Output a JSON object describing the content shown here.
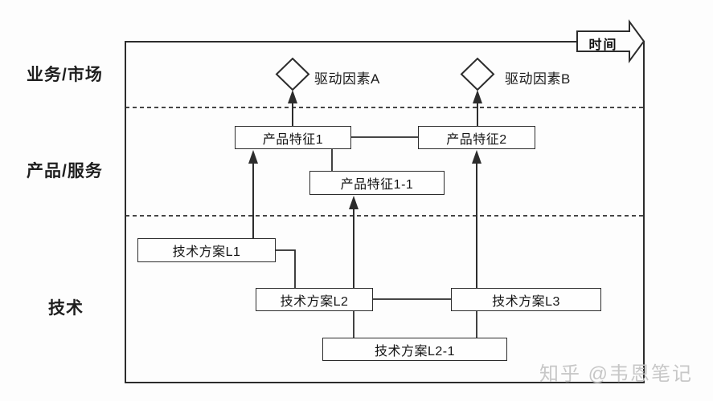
{
  "diagram": {
    "title_hint": "technology-roadmap-diagram",
    "timeline_label": "时间",
    "watermark": "知乎 @韦恩笔记",
    "lanes": [
      {
        "id": "business-market",
        "label": "业务/市场"
      },
      {
        "id": "product-service",
        "label": "产品/服务"
      },
      {
        "id": "technology",
        "label": "技术"
      }
    ],
    "drivers": [
      {
        "id": "driver-a",
        "label": "驱动因素A"
      },
      {
        "id": "driver-b",
        "label": "驱动因素B"
      }
    ],
    "product_features": [
      {
        "id": "feature-1",
        "label": "产品特征1"
      },
      {
        "id": "feature-2",
        "label": "产品特征2"
      },
      {
        "id": "feature-1-1",
        "label": "产品特征1-1"
      }
    ],
    "tech_solutions": [
      {
        "id": "tech-l1",
        "label": "技术方案L1"
      },
      {
        "id": "tech-l2",
        "label": "技术方案L2"
      },
      {
        "id": "tech-l3",
        "label": "技术方案L3"
      },
      {
        "id": "tech-l2-1",
        "label": "技术方案L2-1"
      }
    ],
    "connections": [
      {
        "from": "产品特征1",
        "to": "驱动因素A",
        "style": "arrow"
      },
      {
        "from": "产品特征2",
        "to": "驱动因素B",
        "style": "arrow"
      },
      {
        "from": "产品特征1",
        "to": "产品特征2",
        "style": "line"
      },
      {
        "from": "产品特征1-1",
        "to": "产品特征1",
        "style": "line"
      },
      {
        "from": "技术方案L1",
        "to": "产品特征1",
        "style": "arrow"
      },
      {
        "from": "技术方案L1",
        "to": "技术方案L2",
        "style": "elbow-line"
      },
      {
        "from": "技术方案L2",
        "to": "产品特征1-1",
        "style": "arrow"
      },
      {
        "from": "技术方案L2",
        "to": "技术方案L3",
        "style": "line"
      },
      {
        "from": "技术方案L2-1",
        "to": "技术方案L2",
        "style": "line"
      },
      {
        "from": "技术方案L2-1",
        "to": "技术方案L3",
        "style": "line"
      },
      {
        "from": "技术方案L3",
        "to": "产品特征2",
        "style": "arrow"
      }
    ],
    "colors": {
      "line": "#2c2c2c",
      "background": "#fdfdfd",
      "node_fill": "#fefefe",
      "watermark": "#c7c7c7"
    }
  }
}
